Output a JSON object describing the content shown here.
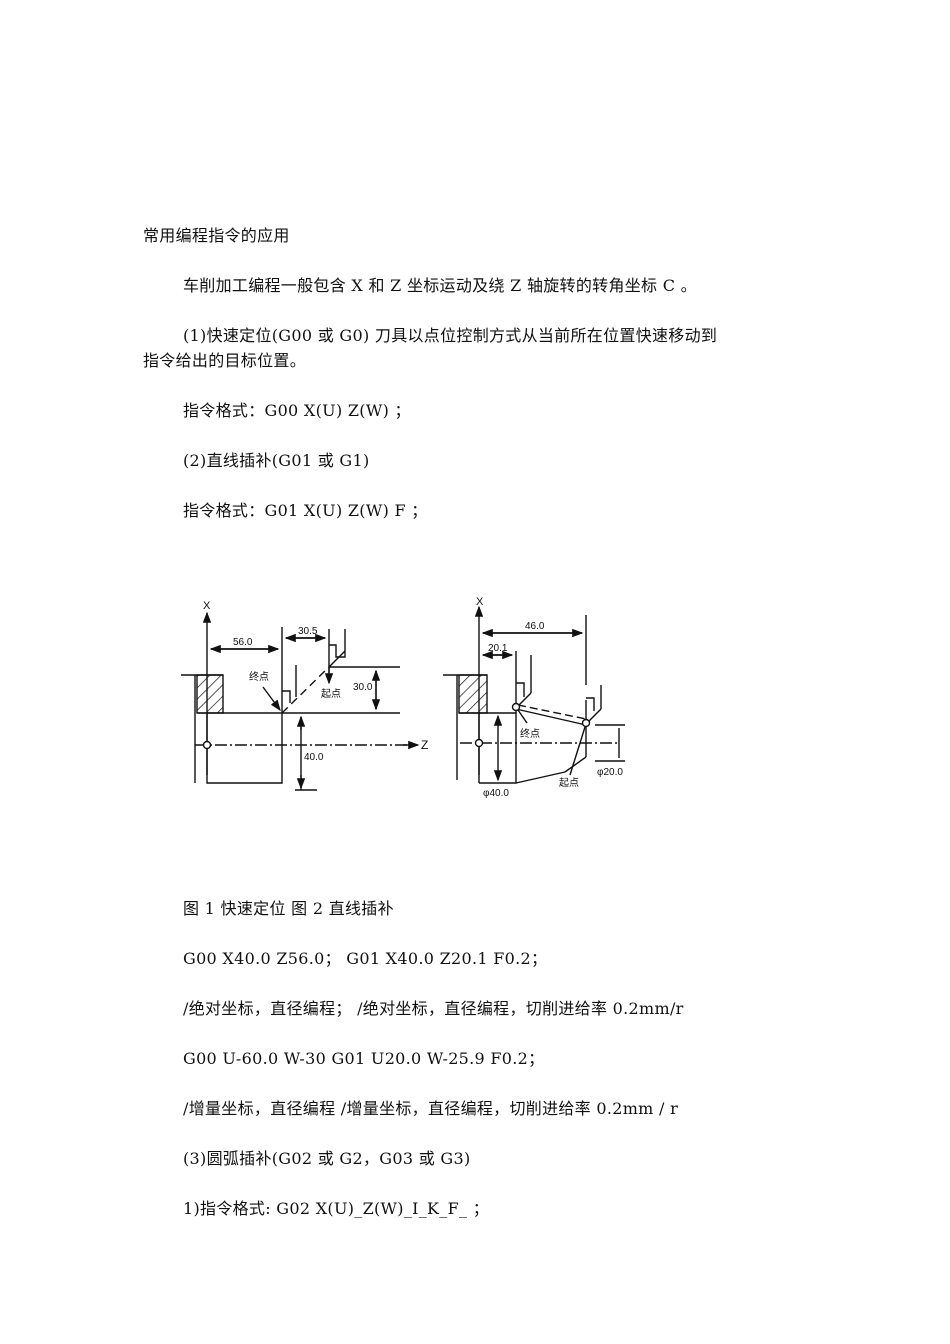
{
  "document": {
    "heading": "常用编程指令的应用",
    "intro": "车削加工编程一般包含 X 和 Z 坐标运动及绕 Z 轴旋转的转角坐标 C 。",
    "item1_line1": "(1)快速定位(G00 或 G0) 刀具以点位控制方式从当前所在位置快速移动到",
    "item1_line2": "指令给出的目标位置。",
    "item1_format": "指令格式：G00 X(U) Z(W) ；",
    "item2_title": "(2)直线插补(G01 或 G1)",
    "item2_format": "指令格式：G01 X(U) Z(W) F ；",
    "fig_caption": "图 1 快速定位 图 2 直线插补",
    "abs_code": "G00 X40.0 Z56.0；  G01 X40.0 Z20.1 F0.2；",
    "abs_note": "/绝对坐标，直径编程；  /绝对坐标，直径编程，切削进给率 0.2mm/r",
    "inc_code": "G00 U-60.0 W-30 G01 U20.0 W-25.9 F0.2；",
    "inc_note": "/增量坐标，直径编程 /增量坐标，直径编程，切削进给率 0.2mm / r",
    "item3_title": "(3)圆弧插补(G02 或 G2，G03 或 G3)",
    "item3_format": "1)指令格式: G02 X(U)_Z(W)_I_K_F_ ；"
  },
  "figure1": {
    "axis_x": "X",
    "axis_z": "Z",
    "dim_56": "56.0",
    "dim_30_5": "30.5",
    "dim_30": "30.0",
    "dim_40": "40.0",
    "end_point": "终点",
    "start_point": "起点"
  },
  "figure2": {
    "axis_x": "X",
    "dim_46": "46.0",
    "dim_20_1": "20.1",
    "end_point": "终点",
    "start_point": "起点",
    "dia_40": "φ40.0",
    "dia_20": "φ20.0"
  }
}
